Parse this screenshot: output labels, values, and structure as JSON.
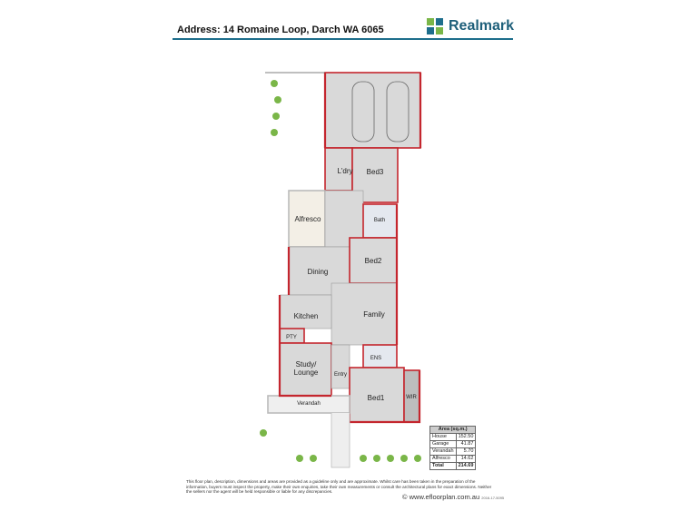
{
  "header": {
    "address": "Address: 14 Romaine Loop, Darch WA 6065",
    "brand": "Realmark",
    "rule_color": "#1e6e8c"
  },
  "colors": {
    "wall": "#c4262e",
    "floor": "#d9d9d9",
    "alfresco": "#f3efe6",
    "logo_green": "#7ab648",
    "logo_blue": "#1e6e8c"
  },
  "rooms": {
    "garage": "",
    "laundry": "L'dry",
    "bed3": "Bed3",
    "alfresco": "Alfresco",
    "bath": "Bath",
    "dining": "Dining",
    "bed2": "Bed2",
    "kitchen": "Kitchen",
    "family": "Family",
    "pantry": "PTY",
    "study": "Study/",
    "study2": "Lounge",
    "entry": "Entry",
    "ensuite": "ENS",
    "bed1": "Bed1",
    "wir": "WIR",
    "verandah": "Verandah"
  },
  "area_table": {
    "title": "Area (sq.m.)",
    "rows": [
      {
        "label": "House",
        "value": "152.50"
      },
      {
        "label": "Garage",
        "value": "41.87"
      },
      {
        "label": "Verandah",
        "value": "5.70"
      },
      {
        "label": "Alfresco",
        "value": "14.62"
      }
    ],
    "total": {
      "label": "Total",
      "value": "214.69"
    }
  },
  "footer": {
    "disclaimer": "This floor plan, description, dimensions and areas are provided as a guideline only and are approximate. Whilst care has been taken in the preparation of the information, buyers must inspect the property, make their own enquiries, take their own measurements or consult the architectural plans for exact dimensions. Neither the sellers nor the agent will be held responsible or liable for any discrepancies.",
    "copyright": "© www.efloorplan.com.au",
    "code": "2016-17-5095"
  }
}
